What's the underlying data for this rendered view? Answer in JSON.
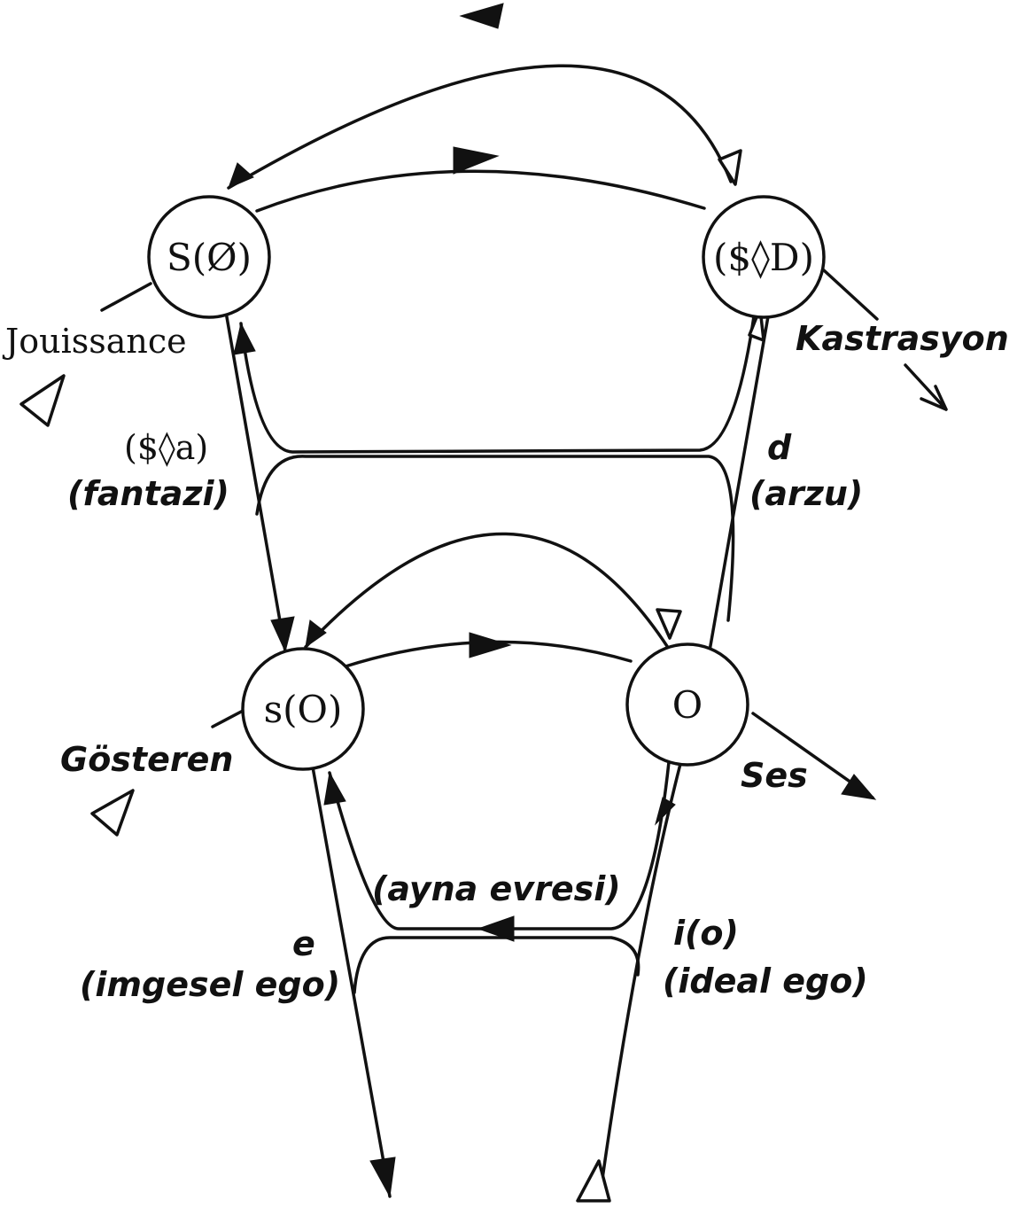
{
  "nodes": {
    "s_a_barred": "S(Ø)",
    "drive": "($◊D)",
    "s_o": "s(O)",
    "o": "O"
  },
  "labels": {
    "jouissance": "Jouissance",
    "kastrasyon": "Kastrasyon",
    "fantasy_formula": "($◊a)",
    "fantasy": "(fantazi)",
    "desire_formula": "d",
    "desire": "(arzu)",
    "signifier": "Gösteren",
    "voice": "Ses",
    "mirror_stage": "(ayna evresi)",
    "ego_formula": "e",
    "imaginary_ego": "(imgesel ego)",
    "ideal_ego_formula": "i(o)",
    "ideal_ego": "(ideal ego)"
  }
}
